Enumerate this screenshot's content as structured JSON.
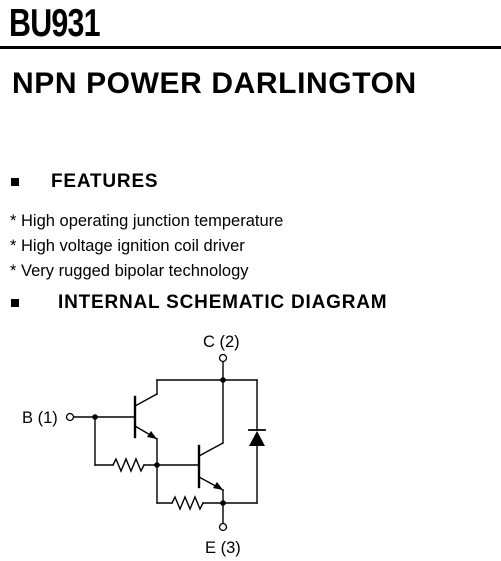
{
  "header": {
    "part_number": "BU931",
    "title": "NPN POWER DARLINGTON"
  },
  "features": {
    "heading": "FEATURES",
    "items": [
      "* High operating junction temperature",
      "* High voltage ignition coil driver",
      "* Very rugged bipolar technology"
    ]
  },
  "schematic": {
    "heading": "INTERNAL SCHEMATIC DIAGRAM",
    "pins": {
      "base": "B (1)",
      "collector": "C (2)",
      "emitter": "E (3)"
    }
  }
}
